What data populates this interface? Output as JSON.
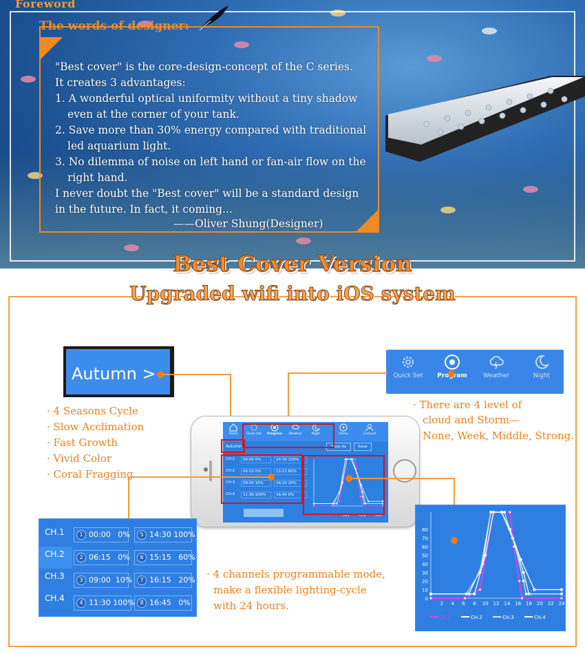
{
  "banner": {
    "foreword": "Foreword",
    "heading": "The words of designer:",
    "lines": [
      "\"Best cover\" is the core-design-concept of the C series.",
      "It creates 3 advantages:",
      "1. A wonderful optical uniformity without a tiny shadow",
      "even at the corner of your tank.",
      "2. Save more than 30% energy compared with traditional",
      "led aquarium light.",
      "3. No dilemma of noise on left hand or fan-air flow on the",
      "right hand.",
      "I never doubt the \"Best cover\" will be a standard design",
      "in the future. In fact, it coming..."
    ],
    "signature": "——Oliver Shung(Designer)"
  },
  "titles": {
    "main": "Best Cover Version",
    "sub": "Upgraded wifi into iOS system"
  },
  "season": {
    "label": "Autumn >"
  },
  "tabbar": {
    "tabs": [
      {
        "label": "Quick Set",
        "icon": "gear-icon"
      },
      {
        "label": "Program",
        "icon": "program-icon"
      },
      {
        "label": "Weather",
        "icon": "cloud-lightning-icon"
      },
      {
        "label": "Night",
        "icon": "moon-icon"
      }
    ]
  },
  "features_left": [
    "· 4 Seasons Cycle",
    "· Slow Acclimation",
    "· Fast Growth",
    "· Vivid Color",
    "· Coral Fragging"
  ],
  "weather_note": [
    "· There are 4 level of",
    "cloud and Storm—",
    "None, Week, Middle, Strong."
  ],
  "channels_note": [
    "· 4 channels programmable mode,",
    "make a flexible lighting-cycle",
    "with 24 hours."
  ],
  "phone": {
    "tabs": [
      "Home",
      "Quick Set",
      "Program",
      "Weather",
      "Night",
      "Demo",
      "Connect"
    ],
    "season_btn": "Autumn",
    "save_as": "Save As",
    "save": "Save"
  },
  "channels": {
    "names": [
      "CH.1",
      "CH.2",
      "CH.3",
      "CH.4"
    ],
    "rows": [
      [
        {
          "n": "1",
          "time": "00:00",
          "pct": "0%"
        },
        {
          "n": "5",
          "time": "14:30",
          "pct": "100%"
        }
      ],
      [
        {
          "n": "2",
          "time": "06:15",
          "pct": "0%"
        },
        {
          "n": "6",
          "time": "15:15",
          "pct": "60%"
        }
      ],
      [
        {
          "n": "3",
          "time": "09:00",
          "pct": "10%"
        },
        {
          "n": "7",
          "time": "16:15",
          "pct": "20%"
        }
      ],
      [
        {
          "n": "4",
          "time": "11:30",
          "pct": "100%"
        },
        {
          "n": "8",
          "time": "16:45",
          "pct": "0%"
        }
      ]
    ],
    "mini_rows": [
      [
        "00:00",
        "0%",
        "14:30",
        "100%"
      ],
      [
        "06:15",
        "0%",
        "15:15",
        "60%"
      ],
      [
        "09:00",
        "10%",
        "16:15",
        "20%"
      ],
      [
        "11:30",
        "100%",
        "16:45",
        "0%"
      ]
    ]
  },
  "chart_data": {
    "type": "line",
    "x": [
      0,
      2,
      4,
      6,
      8,
      10,
      12,
      14,
      16,
      18,
      20,
      22,
      24
    ],
    "xticks": [
      "2",
      "4",
      "6",
      "8",
      "10",
      "12",
      "14",
      "16",
      "18",
      "20",
      "22",
      "24"
    ],
    "yticks": [
      "0",
      "10",
      "20",
      "30",
      "40",
      "50",
      "60",
      "70",
      "80"
    ],
    "ylim": [
      0,
      100
    ],
    "xlim": [
      0,
      24
    ],
    "series": [
      {
        "name": "CH.1",
        "color": "#e040e8",
        "points": [
          [
            0,
            0
          ],
          [
            6.25,
            0
          ],
          [
            9,
            10
          ],
          [
            11.5,
            100
          ],
          [
            14.5,
            100
          ],
          [
            15.25,
            60
          ],
          [
            16.25,
            20
          ],
          [
            16.75,
            0
          ],
          [
            24,
            0
          ]
        ]
      },
      {
        "name": "CH.2",
        "color": "#ffffff",
        "points": [
          [
            0,
            5
          ],
          [
            7,
            5
          ],
          [
            9.5,
            40
          ],
          [
            11,
            100
          ],
          [
            13,
            100
          ],
          [
            15,
            70
          ],
          [
            17,
            30
          ],
          [
            18,
            5
          ],
          [
            24,
            5
          ]
        ]
      },
      {
        "name": "CH.3",
        "color": "#cfe8ff",
        "points": [
          [
            0,
            5
          ],
          [
            6.5,
            5
          ],
          [
            9,
            30
          ],
          [
            11,
            100
          ],
          [
            13.5,
            100
          ],
          [
            15.5,
            60
          ],
          [
            17,
            20
          ],
          [
            17.5,
            5
          ],
          [
            24,
            5
          ]
        ]
      },
      {
        "name": "CH.4",
        "color": "#ffffff",
        "points": [
          [
            0,
            5
          ],
          [
            8,
            5
          ],
          [
            10,
            50
          ],
          [
            11.5,
            100
          ],
          [
            13,
            100
          ],
          [
            14.5,
            80
          ],
          [
            16.5,
            45
          ],
          [
            19,
            10
          ],
          [
            24,
            10
          ]
        ]
      }
    ]
  }
}
